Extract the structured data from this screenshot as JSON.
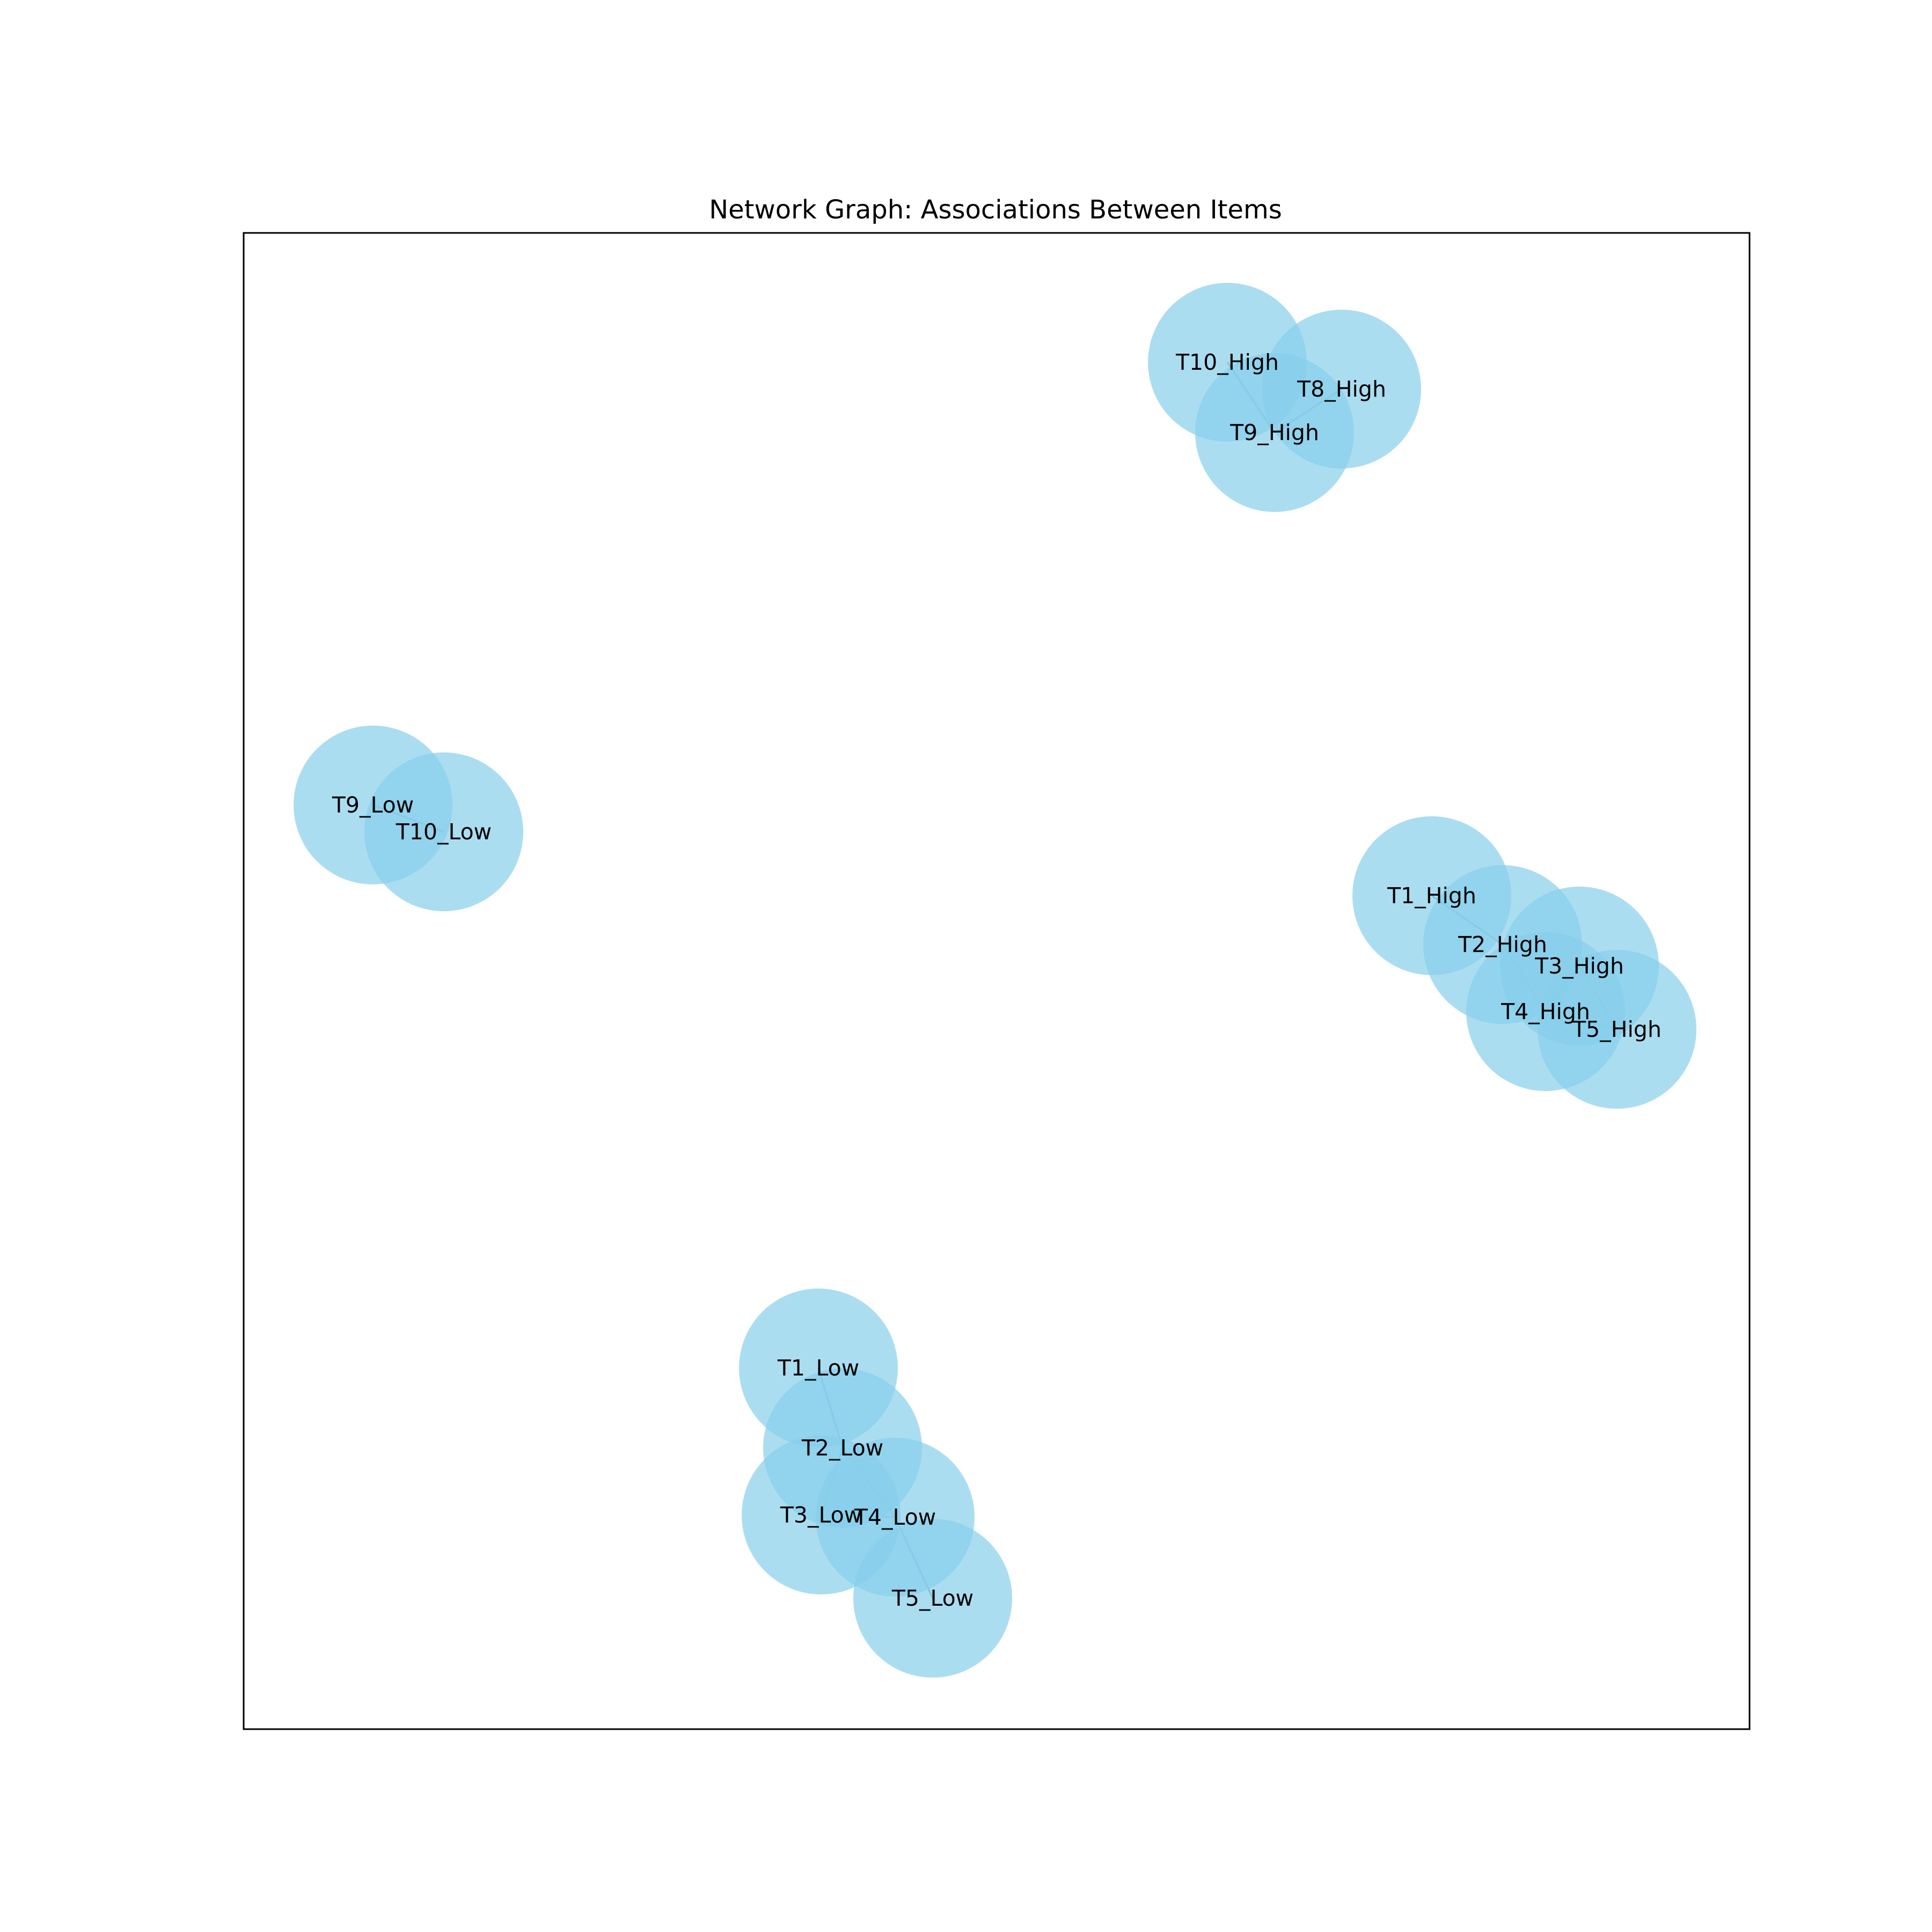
{
  "title": "Network Graph: Associations Between Items",
  "style": {
    "node_color": "#87ceeb",
    "node_opacity": 0.7,
    "edge_color": "#5a8aa0",
    "label_color": "#000000"
  },
  "nodes": [
    {
      "id": "T10_High",
      "label": "T10_High"
    },
    {
      "id": "T8_High",
      "label": "T8_High"
    },
    {
      "id": "T9_High",
      "label": "T9_High"
    },
    {
      "id": "T9_Low",
      "label": "T9_Low"
    },
    {
      "id": "T10_Low",
      "label": "T10_Low"
    },
    {
      "id": "T1_High",
      "label": "T1_High"
    },
    {
      "id": "T2_High",
      "label": "T2_High"
    },
    {
      "id": "T3_High",
      "label": "T3_High"
    },
    {
      "id": "T4_High",
      "label": "T4_High"
    },
    {
      "id": "T5_High",
      "label": "T5_High"
    },
    {
      "id": "T1_Low",
      "label": "T1_Low"
    },
    {
      "id": "T2_Low",
      "label": "T2_Low"
    },
    {
      "id": "T3_Low",
      "label": "T3_Low"
    },
    {
      "id": "T4_Low",
      "label": "T4_Low"
    },
    {
      "id": "T5_Low",
      "label": "T5_Low"
    }
  ],
  "edges": [
    [
      "T10_High",
      "T9_High"
    ],
    [
      "T8_High",
      "T9_High"
    ],
    [
      "T9_Low",
      "T10_Low"
    ],
    [
      "T1_High",
      "T2_High"
    ],
    [
      "T2_High",
      "T3_High"
    ],
    [
      "T2_High",
      "T4_High"
    ],
    [
      "T3_High",
      "T4_High"
    ],
    [
      "T3_High",
      "T5_High"
    ],
    [
      "T4_High",
      "T5_High"
    ],
    [
      "T1_Low",
      "T2_Low"
    ],
    [
      "T2_Low",
      "T3_Low"
    ],
    [
      "T2_Low",
      "T4_Low"
    ],
    [
      "T3_Low",
      "T4_Low"
    ],
    [
      "T4_Low",
      "T5_Low"
    ]
  ]
}
